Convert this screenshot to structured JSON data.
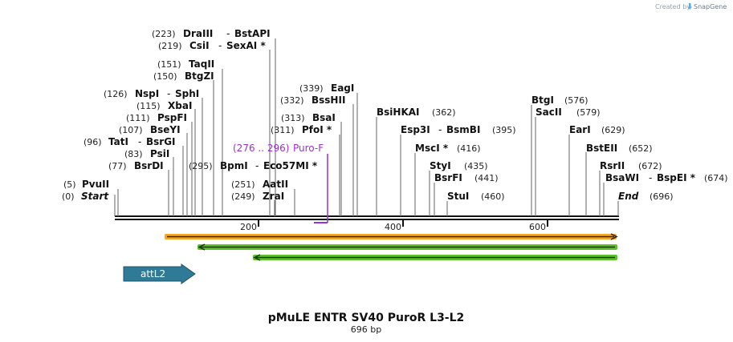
{
  "credit": {
    "prefix": "Created by",
    "brand": "SnapGene"
  },
  "title": "pMuLE ENTR SV40 PuroR L3-L2",
  "subtitle": "696 bp",
  "map": {
    "ticks": [
      "200",
      "400",
      "600"
    ],
    "end_labels": {
      "start": {
        "pos": "(0)",
        "name": "Start"
      },
      "end": {
        "name": "End",
        "pos": "(696)"
      }
    },
    "sites": [
      {
        "pos": "(223)",
        "name": "DraIII",
        "extra": "BstAPI"
      },
      {
        "pos": "(219)",
        "name": "CsiI",
        "extra": "SexAI *"
      },
      {
        "pos": "(151)",
        "name": "TaqII"
      },
      {
        "pos": "(150)",
        "name": "BtgZI"
      },
      {
        "pos": "(126)",
        "name": "NspI",
        "extra": "SphI"
      },
      {
        "pos": "(115)",
        "name": "XbaI"
      },
      {
        "pos": "(111)",
        "name": "PspFI"
      },
      {
        "pos": "(107)",
        "name": "BseYI"
      },
      {
        "pos": "(96)",
        "name": "TatI",
        "extra": "BsrGI"
      },
      {
        "pos": "(83)",
        "name": "PsiI"
      },
      {
        "pos": "(77)",
        "name": "BsrDI"
      },
      {
        "pos": "(5)",
        "name": "PvuII"
      },
      {
        "pos": "(295)",
        "name": "BpmI",
        "extra": "Eco57MI *"
      },
      {
        "pos": "(251)",
        "name": "AatII"
      },
      {
        "pos": "(249)",
        "name": "ZraI"
      },
      {
        "pos": "(339)",
        "name": "EagI"
      },
      {
        "pos": "(332)",
        "name": "BssHII"
      },
      {
        "pos": "(313)",
        "name": "BsaI"
      },
      {
        "pos": "(311)",
        "name": "PfoI *"
      },
      {
        "name": "BsiHKAI",
        "pos": "(362)"
      },
      {
        "name": "Esp3I",
        "extra": "BsmBI",
        "pos": "(395)"
      },
      {
        "name": "MscI *",
        "pos": "(416)"
      },
      {
        "name": "StyI",
        "pos": "(435)"
      },
      {
        "name": "BsrFI",
        "pos": "(441)"
      },
      {
        "name": "StuI",
        "pos": "(460)"
      },
      {
        "name": "BtgI",
        "pos": "(576)"
      },
      {
        "name": "SacII",
        "pos": "(579)"
      },
      {
        "name": "EarI",
        "pos": "(629)"
      },
      {
        "name": "BstEII",
        "pos": "(652)"
      },
      {
        "name": "RsrII",
        "pos": "(672)"
      },
      {
        "name": "BsaWI",
        "extra": "BspEI *",
        "pos": "(674)"
      }
    ],
    "primer": {
      "range": "(276 .. 296)",
      "name": "Puro-F",
      "color": "#9b30d9"
    },
    "features": [
      {
        "name": "attL2",
        "color": "#2f7a96"
      }
    ],
    "track_colors": {
      "orange": "#f5a623",
      "green": "#5cc02a",
      "backbone": "#111111"
    }
  }
}
